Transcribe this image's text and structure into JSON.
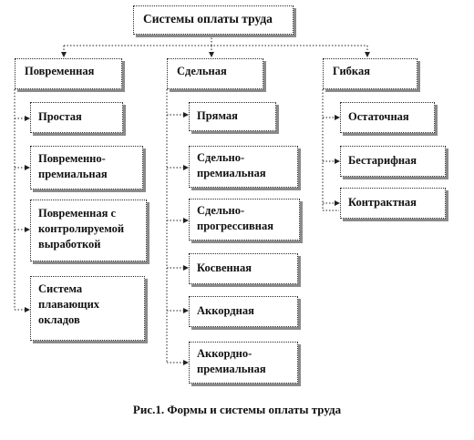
{
  "root": "Системы оплаты труда",
  "categories": [
    {
      "label": "Повременная",
      "items": [
        "Простая",
        "Повременно-премиальная",
        "Повременная с контролируемой выработкой",
        "Система плавающих окладов"
      ]
    },
    {
      "label": "Сдельная",
      "items": [
        "Прямая",
        "Сдельно-премиальная",
        "Сдельно-прогрессивная",
        "Косвенная",
        "Аккордная",
        "Аккордно-премиальная"
      ]
    },
    {
      "label": "Гибкая",
      "items": [
        "Остаточная",
        "Бестарифная",
        "Контрактная"
      ]
    }
  ],
  "caption": "Рис.1. Формы и системы оплаты труда"
}
